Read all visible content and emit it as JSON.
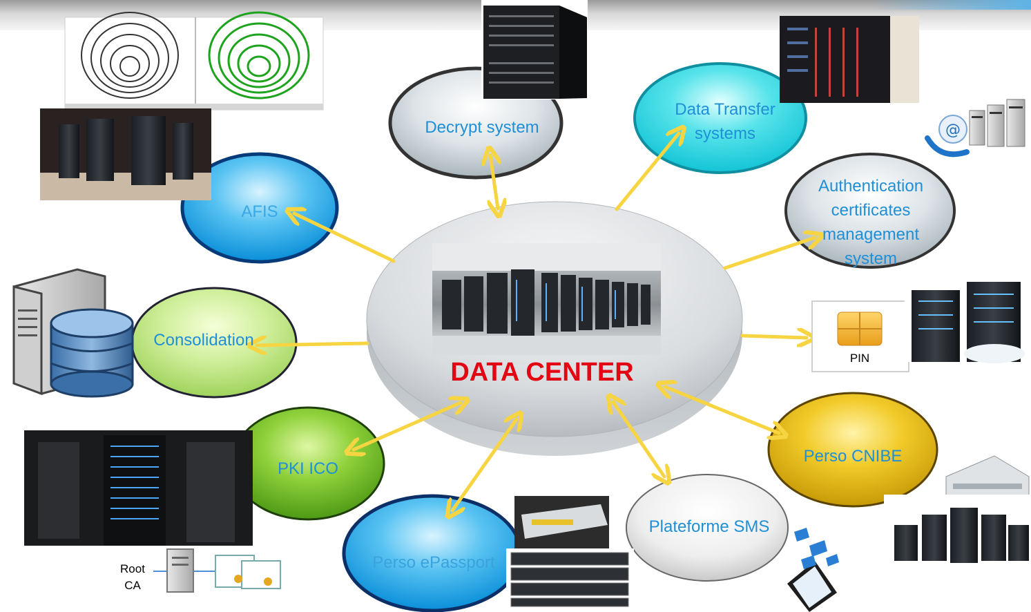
{
  "hub": {
    "title": "DATA CENTER"
  },
  "nodes": {
    "afis": "AFIS",
    "decrypt": "Decrypt system",
    "data_transfer": "Data Transfer systems",
    "auth_certs": "Authentication certificates management system",
    "consolidation": "Consolidation",
    "pki": "PKI ICO",
    "passport": "Perso ePassport",
    "sms": "Plateforme SMS",
    "cnibe": "Perso CNIBE"
  },
  "pin_card": {
    "label": "PIN"
  },
  "root_ca": {
    "line1": "Root",
    "line2": "CA"
  },
  "colors": {
    "arrow": "#f7d441",
    "hub_title": "#e30613",
    "node_text": "#1f8fd6"
  }
}
